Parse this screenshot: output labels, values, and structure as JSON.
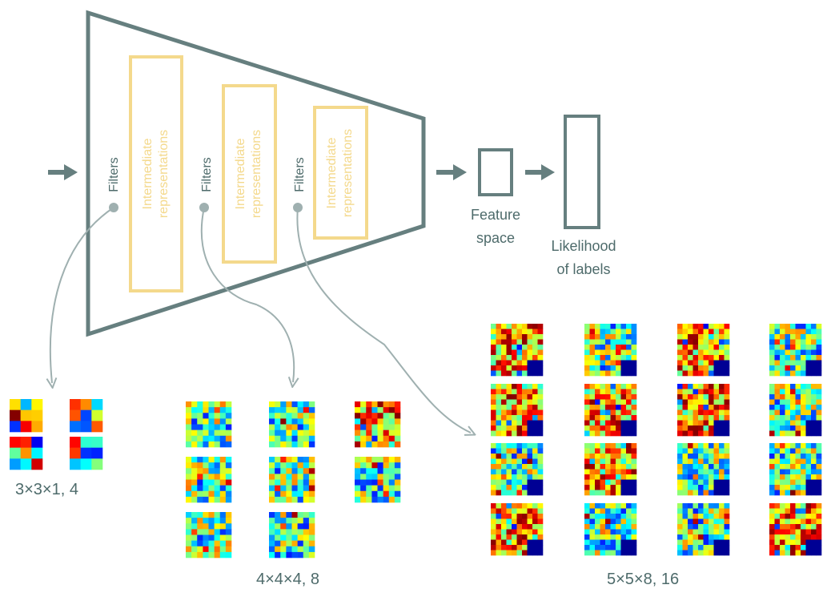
{
  "diagram": {
    "filters_label": "Filters",
    "intermediate_label_line1": "Intermediate",
    "intermediate_label_line2": "representations",
    "feature_space_line1": "Feature",
    "feature_space_line2": "space",
    "likelihood_line1": "Likelihood",
    "likelihood_line2": "of labels"
  },
  "filter_groups": [
    {
      "label": "3×3×1, 4",
      "grid": 3,
      "count": 4
    },
    {
      "label": "4×4×4, 8",
      "grid": 8,
      "count": 8
    },
    {
      "label": "5×5×8, 16",
      "grid": 10,
      "count": 16
    }
  ],
  "colors": {
    "network": "#667f7f",
    "representation": "#f4d98c",
    "connector": "#9fb0b0",
    "text": "#4e6b6b"
  }
}
